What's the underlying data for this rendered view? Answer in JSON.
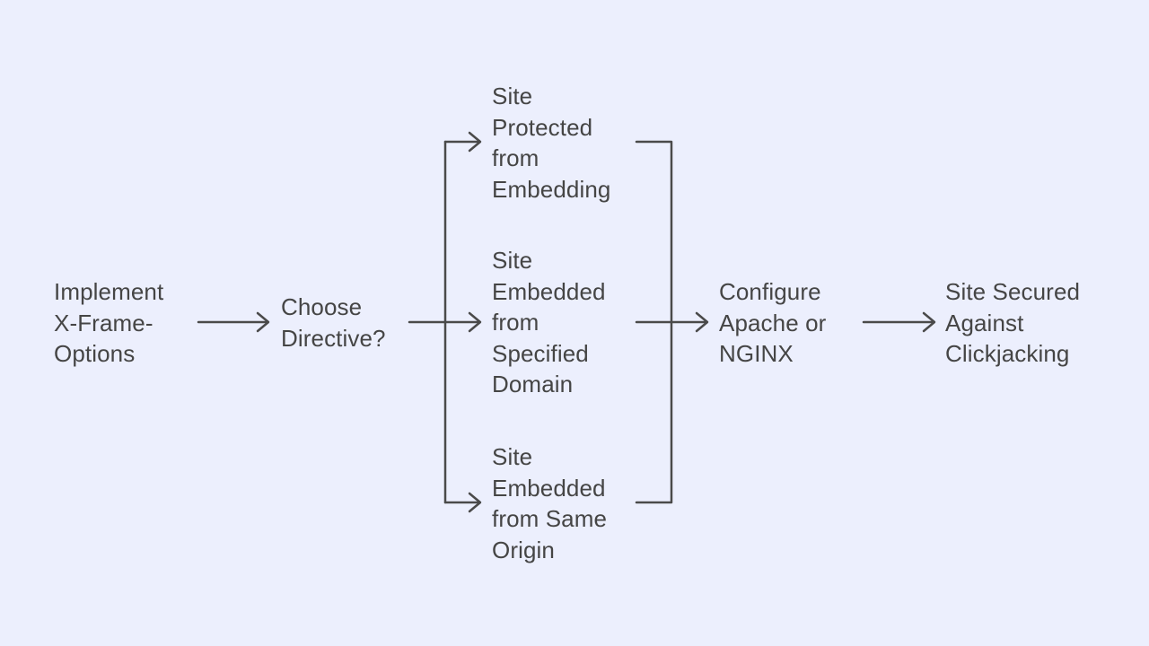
{
  "diagram": {
    "background": "#eceffd",
    "line_color": "#4a4a4a",
    "nodes": {
      "start": "Implement\nX-Frame-\nOptions",
      "decision": "Choose\nDirective?",
      "option_deny": "Site\nProtected\nfrom\nEmbedding",
      "option_allow_from": "Site\nEmbedded\nfrom\nSpecified\nDomain",
      "option_sameorigin": "Site\nEmbedded\nfrom Same\nOrigin",
      "configure": "Configure\nApache or\nNGINX",
      "result": "Site Secured\nAgainst\nClickjacking"
    },
    "edges": [
      {
        "from": "start",
        "to": "decision"
      },
      {
        "from": "decision",
        "to": "option_deny"
      },
      {
        "from": "decision",
        "to": "option_allow_from"
      },
      {
        "from": "decision",
        "to": "option_sameorigin"
      },
      {
        "from": "option_deny",
        "to": "configure"
      },
      {
        "from": "option_allow_from",
        "to": "configure"
      },
      {
        "from": "option_sameorigin",
        "to": "configure"
      },
      {
        "from": "configure",
        "to": "result"
      }
    ]
  }
}
